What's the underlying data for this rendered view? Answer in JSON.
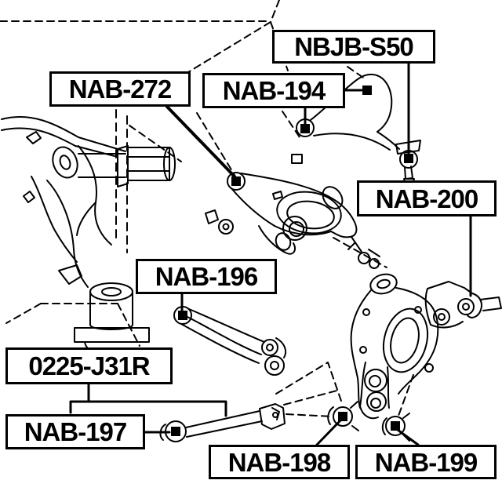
{
  "diagram": {
    "title": "rear-suspension-parts-diagram",
    "colors": {
      "line": "#000000",
      "background": "#ffffff",
      "label_text": "#000000"
    },
    "labels": [
      {
        "id": "nbjb-s50",
        "text": "NBJB-S50"
      },
      {
        "id": "nab-272",
        "text": "NAB-272"
      },
      {
        "id": "nab-194",
        "text": "NAB-194"
      },
      {
        "id": "nab-200",
        "text": "NAB-200"
      },
      {
        "id": "nab-196",
        "text": "NAB-196"
      },
      {
        "id": "0225-j31r",
        "text": "0225-J31R"
      },
      {
        "id": "nab-197",
        "text": "NAB-197"
      },
      {
        "id": "nab-198",
        "text": "NAB-198"
      },
      {
        "id": "nab-199",
        "text": "NAB-199"
      }
    ]
  }
}
